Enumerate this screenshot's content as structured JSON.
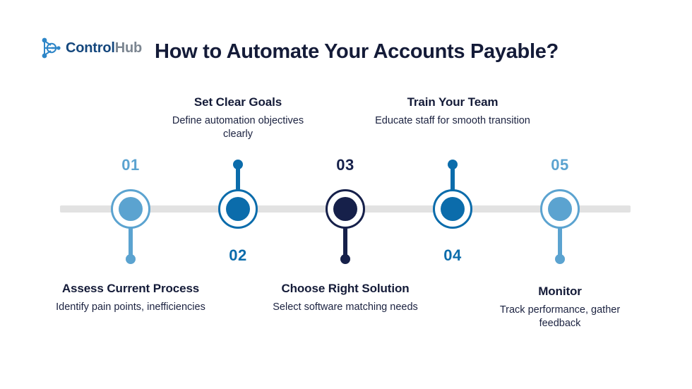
{
  "brand": {
    "name_primary": "Control",
    "name_secondary": "Hub",
    "logo_icon": "network-node-icon",
    "color_primary": "#14477d",
    "color_secondary": "#7c8691"
  },
  "header": {
    "title": "How to Automate Your Accounts Payable?",
    "title_color": "#141b38"
  },
  "timeline": {
    "line_color": "#e2e2e2",
    "palette": {
      "light_blue": "#5ba3d0",
      "medium_blue": "#0b6cab",
      "dark_navy": "#16204a"
    },
    "steps": [
      {
        "number": "01",
        "title": "Assess Current Process",
        "description": "Identify pain points, inefficiencies",
        "color": "#5ba3d0",
        "number_position": "above",
        "text_position": "below"
      },
      {
        "number": "02",
        "title": "Set Clear Goals",
        "description": "Define automation objectives clearly",
        "color": "#0b6cab",
        "number_position": "below",
        "text_position": "above"
      },
      {
        "number": "03",
        "title": "Choose Right Solution",
        "description": "Select software matching needs",
        "color": "#16204a",
        "number_position": "above",
        "text_position": "below"
      },
      {
        "number": "04",
        "title": "Train Your Team",
        "description": "Educate staff for smooth transition",
        "color": "#0b6cab",
        "number_position": "below",
        "text_position": "above"
      },
      {
        "number": "05",
        "title": "Monitor",
        "description": "Track performance, gather feedback",
        "color": "#5ba3d0",
        "number_position": "above",
        "text_position": "below"
      }
    ]
  }
}
